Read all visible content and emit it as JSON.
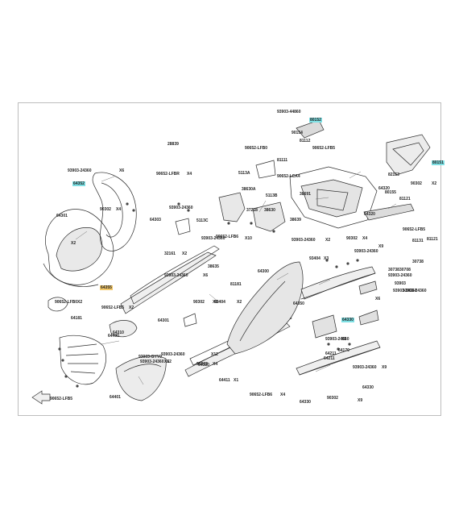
{
  "labels": [
    {
      "t": "93903-44860"
    },
    {
      "t": "80152",
      "hl": true
    },
    {
      "t": "90154"
    },
    {
      "t": "81112"
    },
    {
      "t": "28839"
    },
    {
      "t": "90652-LFB0"
    },
    {
      "t": "90652-LFB5"
    },
    {
      "t": "81111"
    },
    {
      "t": "93903-24360"
    },
    {
      "t": "X6"
    },
    {
      "t": "64352",
      "hl": true
    },
    {
      "t": "90652-LFBR"
    },
    {
      "t": "X4"
    },
    {
      "t": "5113A"
    },
    {
      "t": "90652-LCA4"
    },
    {
      "t": "82153"
    },
    {
      "t": "80151",
      "hl": true
    },
    {
      "t": "64320"
    },
    {
      "t": "90302"
    },
    {
      "t": "X2"
    },
    {
      "t": "80155"
    },
    {
      "t": "81121"
    },
    {
      "t": "64301"
    },
    {
      "t": "90302"
    },
    {
      "t": "X4"
    },
    {
      "t": "93903-24360"
    },
    {
      "t": "64303"
    },
    {
      "t": "38630A"
    },
    {
      "t": "5113B"
    },
    {
      "t": "38691"
    },
    {
      "t": "64320"
    },
    {
      "t": "5113C"
    },
    {
      "t": "37218"
    },
    {
      "t": "38630"
    },
    {
      "t": "38639"
    },
    {
      "t": "90652-LFB6"
    },
    {
      "t": "93903-24360"
    },
    {
      "t": "X10"
    },
    {
      "t": "93903-24360"
    },
    {
      "t": "X2"
    },
    {
      "t": "90302"
    },
    {
      "t": "X4"
    },
    {
      "t": "81121"
    },
    {
      "t": "90652-LFB5"
    },
    {
      "t": "X2"
    },
    {
      "t": "X9"
    },
    {
      "t": "93903-24360"
    },
    {
      "t": "93404"
    },
    {
      "t": "X3"
    },
    {
      "t": "32161"
    },
    {
      "t": "X2"
    },
    {
      "t": "38635"
    },
    {
      "t": "93903-24360"
    },
    {
      "t": "X6"
    },
    {
      "t": "30738"
    },
    {
      "t": "93903-24360"
    },
    {
      "t": "30738"
    },
    {
      "t": "93903"
    },
    {
      "t": "93903-24360"
    },
    {
      "t": "81181"
    },
    {
      "t": "93404"
    },
    {
      "t": "X2"
    },
    {
      "t": "64300"
    },
    {
      "t": "64350"
    },
    {
      "t": "X6"
    },
    {
      "t": "64355",
      "hlo": true
    },
    {
      "t": "90652-LFB5"
    },
    {
      "t": "X2"
    },
    {
      "t": "64181"
    },
    {
      "t": "90302"
    },
    {
      "t": "X6"
    },
    {
      "t": "64310"
    },
    {
      "t": "64301"
    },
    {
      "t": "93903-24360"
    },
    {
      "t": "X3"
    },
    {
      "t": "93903-24360"
    },
    {
      "t": "X12"
    },
    {
      "t": "64320"
    },
    {
      "t": "64211"
    },
    {
      "t": "64170"
    },
    {
      "t": "64330",
      "hl": true
    },
    {
      "t": "64490"
    },
    {
      "t": "93903-24360"
    },
    {
      "t": "X12"
    },
    {
      "t": "93903-GYY0"
    },
    {
      "t": "X6"
    },
    {
      "t": "90302"
    },
    {
      "t": "X4"
    },
    {
      "t": "64211"
    },
    {
      "t": "90652-LFB0"
    },
    {
      "t": "X2"
    },
    {
      "t": "93903-24360"
    },
    {
      "t": "X9"
    },
    {
      "t": "64330"
    },
    {
      "t": "64401"
    },
    {
      "t": "90652-LFB6"
    },
    {
      "t": "X4"
    },
    {
      "t": "90302"
    },
    {
      "t": "X9"
    },
    {
      "t": "90652-LFB5"
    },
    {
      "t": "64411"
    },
    {
      "t": "X1"
    },
    {
      "t": "30708"
    },
    {
      "t": "93903-24360"
    },
    {
      "t": "81131"
    },
    {
      "t": "64330"
    }
  ]
}
